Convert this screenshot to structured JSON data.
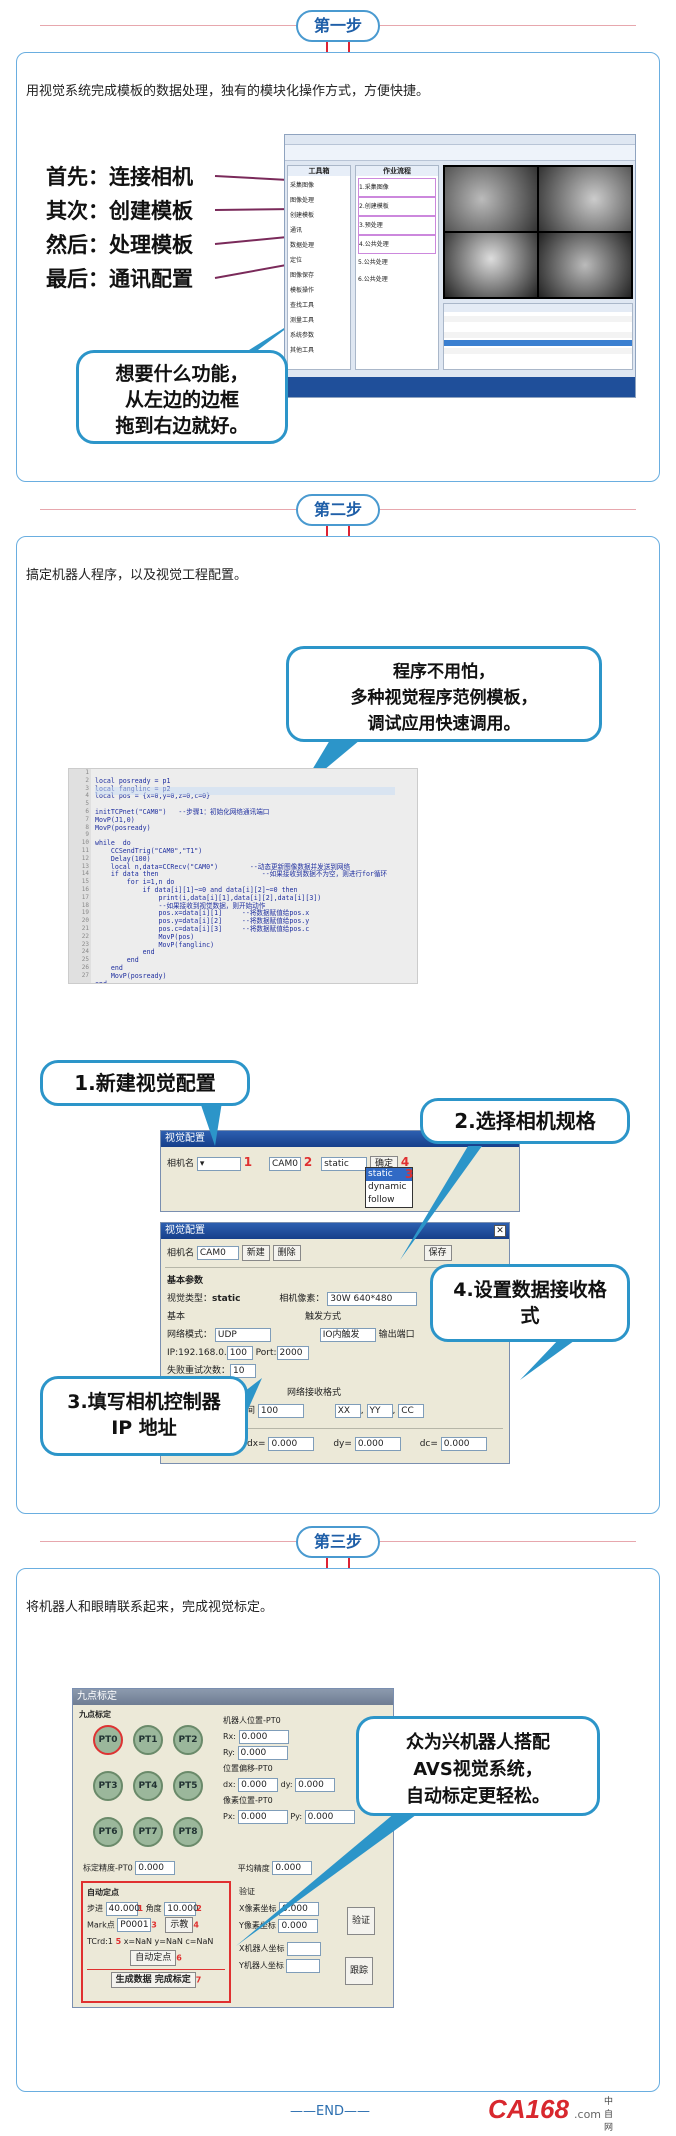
{
  "steps": [
    {
      "pill": "第一步",
      "intro": "用视觉系统完成模板的数据处理，独有的模块化操作方式，方便快捷。",
      "labels": [
        "首先：连接相机",
        "其次：创建模板",
        "然后：处理模板",
        "最后：通讯配置"
      ],
      "bubble": [
        "想要什么功能，",
        "从左边的边框",
        "拖到右边就好。"
      ],
      "screenshot": {
        "toolbox_title": "工具箱",
        "flow_title": "作业流程",
        "flow_items": [
          "1.采集图像",
          "2.创建模板",
          "3.预处理",
          "4.公共处理",
          "5.公共处理",
          "6.公共处理"
        ],
        "tool_items": [
          "采集图像",
          "图像处理",
          "创建模板",
          "通讯",
          "数据处理",
          "定位",
          "图像保存",
          "模板操作",
          "查找工具",
          "测量工具",
          "系统参数",
          "其他工具"
        ]
      }
    },
    {
      "pill": "第二步",
      "intro": "搞定机器人程序，以及视觉工程配置。",
      "bubble": [
        "程序不用怕，",
        "多种视觉程序范例模板，",
        "调试应用快速调用。"
      ],
      "code": [
        "local posready = p1",
        "local fanglinc = p2",
        "local pos = {x=0,y=0,z=0,c=0}",
        "",
        "initTCPnet(\"CAM0\")   --步骤1：初始化网络通讯端口",
        "MovP(J1,0)",
        "MovP(posready)",
        "",
        "while  do",
        "    CCSendTrig(\"CAM0\",\"T1\")",
        "    Delay(100)",
        "    local n,data=CCRecv(\"CAM0\")        --动态更新图像数据并发送到网络",
        "    if data then                          --如果接收到数据不为空，则进行for循环",
        "        for i=1,n do",
        "            if data[i][1]~=0 and data[i][2]~=0 then",
        "                print(i,data[i][1],data[i][2],data[i][3])",
        "                --如果接收到视觉数据，则开始动作",
        "                pos.x=data[i][1]     --将数据赋值给pos.x",
        "                pos.y=data[i][2]     --将数据赋值给pos.y",
        "                pos.c=data[i][3]     --将数据赋值给pos.c",
        "                MovP(pos)",
        "                MovP(fanglinc)",
        "            end",
        "        end",
        "    end",
        "    MovP(posready)",
        "end"
      ],
      "callouts": [
        "1.新建视觉配置",
        "2.选择相机规格",
        "3.填写相机控制器 IP 地址",
        "4.设置数据接收格式"
      ],
      "dialog1": {
        "title": "视觉配置",
        "camera_label": "相机名",
        "camera_value": "CAM0",
        "mode_value": "static",
        "confirm": "确定",
        "options": [
          "static",
          "dynamic",
          "follow"
        ]
      },
      "dialog2": {
        "title": "视觉配置",
        "camera_label": "相机名",
        "camera_value": "CAM0",
        "new_btn": "新建",
        "delete_btn": "删除",
        "save_btn": "保存",
        "section_basic": "基本参数",
        "vision_type_label": "视觉类型：",
        "vision_type_value": "static",
        "pixel_label": "相机像素：",
        "pixel_value": "30W 640*480",
        "basic": "基本",
        "trigger_label": "触发方式",
        "trigger_value": "IO内触发",
        "output_label": "输出端口",
        "network_label": "网络模式：",
        "network_value": "UDP",
        "ip_label": "IP:192.168.0.",
        "ip_value": "100",
        "port_label": "Port:",
        "port_value": "2000",
        "retry_label": "失败重试次数：",
        "retry_value": "10",
        "format_label": "网络接收格式",
        "xx": "XX",
        "yy": "YY",
        "cc": "CC",
        "timeout_label": "超时时间",
        "timeout_value": "100",
        "dx_label": "dx=",
        "dy_label": "dy=",
        "dc_label": "dc=",
        "dx": "0.000",
        "dy": "0.000",
        "dc": "0.000"
      }
    },
    {
      "pill": "第三步",
      "intro": "将机器人和眼睛联系起来，完成视觉标定。",
      "bubble": [
        "众为兴机器人搭配",
        "AVS视觉系统，",
        "自动标定更轻松。"
      ],
      "calib": {
        "title": "九点标定",
        "section": "九点标定",
        "points": [
          "PT0",
          "PT1",
          "PT2",
          "PT3",
          "PT4",
          "PT5",
          "PT6",
          "PT7",
          "PT8"
        ],
        "robot_pos_label": "机器人位置-PT0",
        "rx_label": "Rx:",
        "rx": "0.000",
        "ry_label": "Ry:",
        "ry": "0.000",
        "offset_label": "位置偏移-PT0",
        "dx_label": "dx:",
        "dx": "0.000",
        "dy_label": "dy:",
        "dy": "0.000",
        "pixel_label": "像素位置-PT0",
        "px_label": "Px:",
        "px": "0.000",
        "py_label": "Py:",
        "py": "0.000",
        "precision_label": "标定精度-PT0",
        "precision": "0.000",
        "avg_label": "平均精度",
        "avg": "0.000",
        "auto_label": "自动定点",
        "step_label": "步进",
        "step": "40.000",
        "angle_label": "角度",
        "angle": "10.000",
        "mark_label": "Mark点",
        "mark": "P0001",
        "jog_label": "示教",
        "tcrd_label": "TCrd:1",
        "tcrd": "x=NaN y=NaN c=NaN",
        "auto_btn": "自动定点",
        "gen_btn": "生成数据 完成标定",
        "verify_label": "验证",
        "xpix_label": "X像素坐标",
        "xpix": "0.000",
        "ypix_label": "Y像素坐标",
        "ypix": "0.000",
        "verify_btn": "验证",
        "xrob_label": "X机器人坐标",
        "yrob_label": "Y机器人坐标",
        "follow_btn": "跟踪",
        "nums": [
          "1",
          "2",
          "3",
          "4",
          "5",
          "6",
          "7"
        ]
      }
    }
  ],
  "footer": {
    "end": "——END——",
    "logo_main": "CA168",
    "logo_dot": ".com",
    "logo_cn": "中自网"
  }
}
